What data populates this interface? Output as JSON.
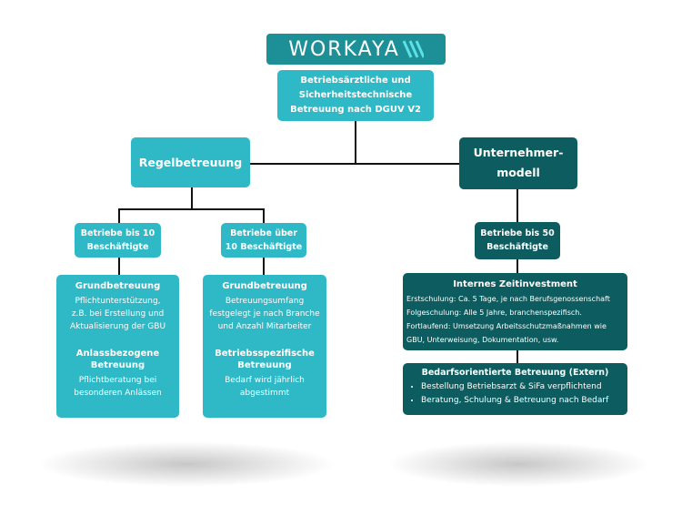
{
  "logo": {
    "text": "WORKAYA"
  },
  "colors": {
    "teal": "#2fb8c6",
    "dark_teal": "#0d5c5f",
    "logo_bg": "#1d8f97",
    "logo_accent": "#5de0e6"
  },
  "root": {
    "lines": [
      "Betriebsärztliche und",
      "Sicherheitstechnische",
      "Betreuung nach DGUV V2"
    ]
  },
  "left_branch": {
    "title": "Regelbetreuung",
    "groups": [
      {
        "label_lines": [
          "Betriebe bis 10",
          "Beschäftigte"
        ],
        "card": {
          "heading1": "Grundbetreuung",
          "text1_lines": [
            "Pflichtunterstützung,",
            "z.B. bei Erstellung und",
            "Aktualisierung der GBU"
          ],
          "heading2_lines": [
            "Anlassbezogene",
            "Betreuung"
          ],
          "text2_lines": [
            "Pflichtberatung bei",
            "besonderen Anlässen"
          ]
        }
      },
      {
        "label_lines": [
          "Betriebe über",
          "10 Beschäftigte"
        ],
        "card": {
          "heading1": "Grundbetreuung",
          "text1_lines": [
            "Betreuungsumfang",
            "festgelegt je nach Branche",
            "und Anzahl Mitarbeiter"
          ],
          "heading2_lines": [
            "Betriebsspezifische",
            "Betreuung"
          ],
          "text2_lines": [
            "Bedarf wird jährlich",
            "abgestimmt"
          ]
        }
      }
    ]
  },
  "right_branch": {
    "title_lines": [
      "Unternehmer-",
      "modell"
    ],
    "label_lines": [
      "Betriebe bis 50",
      "Beschäftigte"
    ],
    "card1": {
      "heading": "Internes Zeitinvestment",
      "lines": [
        "Erstschulung: Ca. 5 Tage, je nach Berufsgenossenschaft",
        "Folgeschulung: Alle 5 Jahre, branchenspezifisch.",
        "Fortlaufend: Umsetzung Arbeitsschutzmaßnahmen wie",
        "GBU, Unterweisung, Dokumentation, usw."
      ]
    },
    "card2": {
      "heading": "Bedarfsorientierte Betreuung (Extern)",
      "bullets": [
        "Bestellung Betriebsarzt & SiFa verpflichtend",
        "Beratung, Schulung & Betreuung nach Bedarf"
      ]
    }
  }
}
